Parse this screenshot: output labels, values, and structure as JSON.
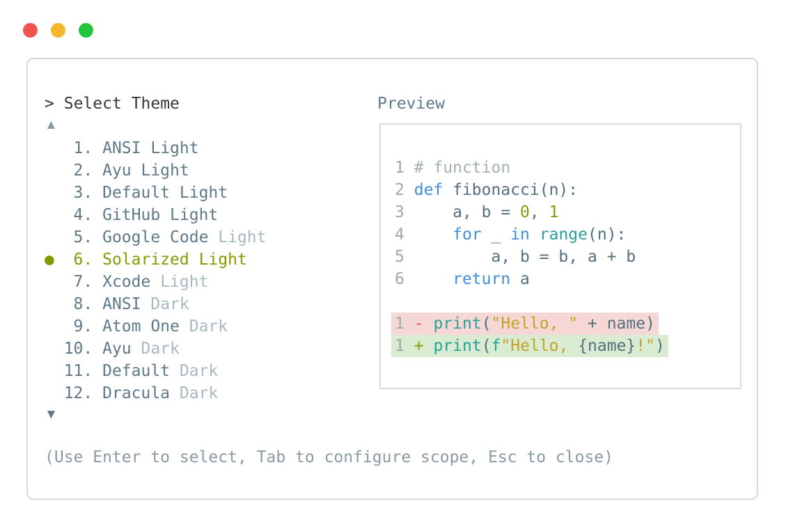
{
  "window": {
    "traffic_lights": [
      {
        "name": "close",
        "color": "#f0544e"
      },
      {
        "name": "minimize",
        "color": "#f4b62b"
      },
      {
        "name": "maximize",
        "color": "#24c53d"
      }
    ]
  },
  "theme_picker": {
    "prompt_marker": ">",
    "title": "Select Theme",
    "scroll_up_icon": "▲",
    "scroll_down_icon": "▼",
    "selected_marker": "●",
    "items": [
      {
        "number": "1",
        "name": "ANSI",
        "variant": "Light",
        "variant_muted": false,
        "selected": false
      },
      {
        "number": "2",
        "name": "Ayu",
        "variant": "Light",
        "variant_muted": false,
        "selected": false
      },
      {
        "number": "3",
        "name": "Default",
        "variant": "Light",
        "variant_muted": false,
        "selected": false
      },
      {
        "number": "4",
        "name": "GitHub",
        "variant": "Light",
        "variant_muted": false,
        "selected": false
      },
      {
        "number": "5",
        "name": "Google Code",
        "variant": "Light",
        "variant_muted": true,
        "selected": false
      },
      {
        "number": "6",
        "name": "Solarized",
        "variant": "Light",
        "variant_muted": false,
        "selected": true
      },
      {
        "number": "7",
        "name": "Xcode",
        "variant": "Light",
        "variant_muted": true,
        "selected": false
      },
      {
        "number": "8",
        "name": "ANSI",
        "variant": "Dark",
        "variant_muted": true,
        "selected": false
      },
      {
        "number": "9",
        "name": "Atom One",
        "variant": "Dark",
        "variant_muted": true,
        "selected": false
      },
      {
        "number": "10",
        "name": "Ayu",
        "variant": "Dark",
        "variant_muted": true,
        "selected": false
      },
      {
        "number": "11",
        "name": "Default",
        "variant": "Dark",
        "variant_muted": true,
        "selected": false
      },
      {
        "number": "12",
        "name": "Dracula",
        "variant": "Dark",
        "variant_muted": true,
        "selected": false
      }
    ],
    "hint": "(Use Enter to select, Tab to configure scope, Esc to close)"
  },
  "preview": {
    "label": "Preview",
    "lines": [
      {
        "bg": null,
        "tokens": [
          {
            "c": "linenum",
            "t": "1"
          },
          {
            "c": "code",
            "t": " "
          },
          {
            "c": "comment",
            "t": "# function"
          }
        ]
      },
      {
        "bg": null,
        "tokens": [
          {
            "c": "linenum",
            "t": "2"
          },
          {
            "c": "code",
            "t": " "
          },
          {
            "c": "keyword",
            "t": "def"
          },
          {
            "c": "code",
            "t": " fibonacci(n):"
          }
        ]
      },
      {
        "bg": null,
        "tokens": [
          {
            "c": "linenum",
            "t": "3"
          },
          {
            "c": "code",
            "t": "     a, b = "
          },
          {
            "c": "literal",
            "t": "0"
          },
          {
            "c": "code",
            "t": ", "
          },
          {
            "c": "literal",
            "t": "1"
          }
        ]
      },
      {
        "bg": null,
        "tokens": [
          {
            "c": "linenum",
            "t": "4"
          },
          {
            "c": "code",
            "t": "     "
          },
          {
            "c": "keyword",
            "t": "for"
          },
          {
            "c": "code",
            "t": " _ "
          },
          {
            "c": "keyword",
            "t": "in"
          },
          {
            "c": "code",
            "t": " "
          },
          {
            "c": "builtin",
            "t": "range"
          },
          {
            "c": "code",
            "t": "(n):"
          }
        ]
      },
      {
        "bg": null,
        "tokens": [
          {
            "c": "linenum",
            "t": "5"
          },
          {
            "c": "code",
            "t": "         a, b = b, a + b"
          }
        ]
      },
      {
        "bg": null,
        "tokens": [
          {
            "c": "linenum",
            "t": "6"
          },
          {
            "c": "code",
            "t": "     "
          },
          {
            "c": "keyword",
            "t": "return"
          },
          {
            "c": "code",
            "t": " a"
          }
        ]
      },
      {
        "bg": null,
        "tokens": []
      },
      {
        "bg": "removed",
        "tokens": [
          {
            "c": "linenum",
            "t": "1"
          },
          {
            "c": "code",
            "t": " "
          },
          {
            "c": "diff-minus",
            "t": "-"
          },
          {
            "c": "code",
            "t": " "
          },
          {
            "c": "builtin",
            "t": "print"
          },
          {
            "c": "code",
            "t": "("
          },
          {
            "c": "string",
            "t": "\"Hello, \""
          },
          {
            "c": "code",
            "t": " + name)"
          }
        ]
      },
      {
        "bg": "added",
        "tokens": [
          {
            "c": "linenum",
            "t": "1"
          },
          {
            "c": "code",
            "t": " "
          },
          {
            "c": "diff-plus",
            "t": "+"
          },
          {
            "c": "code",
            "t": " "
          },
          {
            "c": "builtin",
            "t": "print"
          },
          {
            "c": "code",
            "t": "("
          },
          {
            "c": "builtin",
            "t": "f"
          },
          {
            "c": "string",
            "t": "\"Hello, "
          },
          {
            "c": "code",
            "t": "{name}"
          },
          {
            "c": "string",
            "t": "!\""
          },
          {
            "c": "code",
            "t": ")"
          }
        ]
      }
    ]
  },
  "colors": {
    "ui": {
      "slate": "#5e7a88",
      "muted": "#a8b9c0",
      "olive": "#859900",
      "dark": "#33383b",
      "hint": "#8a9ba3",
      "panel-border": "#d5d9da",
      "preview-border": "#d9dcdd",
      "arrow-up": "#8a9aa3",
      "arrow-down": "#5f7884",
      "traffic-red": "#f0544e",
      "traffic-yellow": "#f4b62b",
      "traffic-green": "#24c53d",
      "diff-removed-bg": "#f5d8d5",
      "diff-added-bg": "#d9ecd2"
    },
    "tokens": {
      "linenum": "#9aa9af",
      "comment": "#a3b1b6",
      "keyword": "#3f8ed8",
      "builtin": "#2aa198",
      "string": "#c4a129",
      "literal": "#859900",
      "code": "#54707e",
      "diff-minus": "#e05252",
      "diff-plus": "#859900"
    }
  }
}
